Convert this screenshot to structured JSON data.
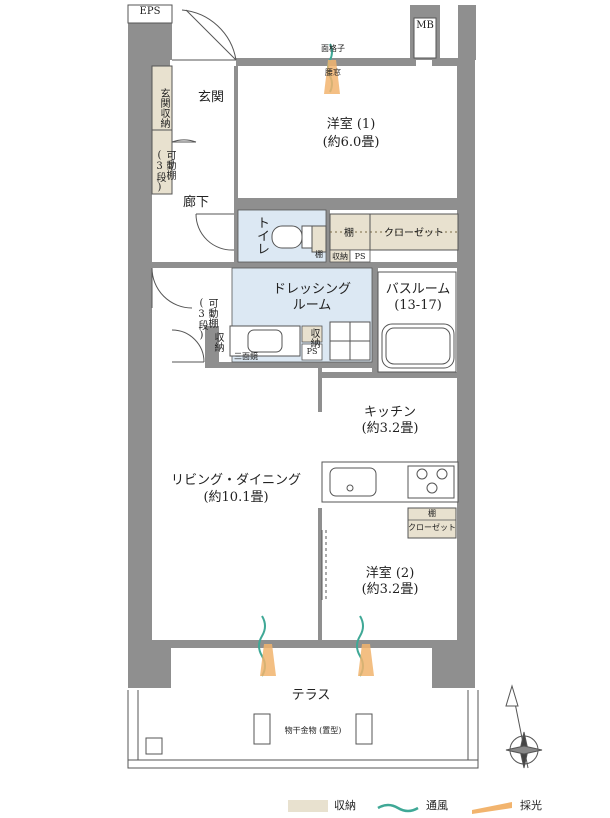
{
  "labels": {
    "eps": "EPS",
    "mb": "MB",
    "grille": "面格子",
    "window_bar": "腰窓",
    "genkan": "玄関",
    "genkan_storage": "玄関収納",
    "shelf_adjustable": "可動棚",
    "shelf_count": "(3段)",
    "western1_name": "洋室 (1)",
    "western1_size": "(約6.0畳)",
    "corridor": "廊下",
    "toilet": "トイレ",
    "shelf": "棚",
    "closet": "クローゼット",
    "storage": "収納",
    "ps": "PS",
    "dressing_line1": "ドレッシング",
    "dressing_line2": "ルーム",
    "bath_name": "バスルーム",
    "bath_size": "(13-17)",
    "three_mirror": "三面鏡",
    "kitchen_name": "キッチン",
    "kitchen_size": "(約3.2畳)",
    "living_name": "リビング・ダイニング",
    "living_size": "(約10.1畳)",
    "western2_name": "洋室 (2)",
    "western2_size": "(約3.2畳)",
    "terrace": "テラス",
    "drying_hardware": "物干金物 (置型)"
  },
  "legend": {
    "storage": "収納",
    "ventilation": "通風",
    "daylight": "採光"
  },
  "colors": {
    "wall": "#8f8f8f",
    "storage_fill": "#e8e1cf",
    "wet_area": "#dce8f3",
    "ventilation": "#3fa896",
    "daylight": "#f2b46e",
    "line": "#555555"
  }
}
